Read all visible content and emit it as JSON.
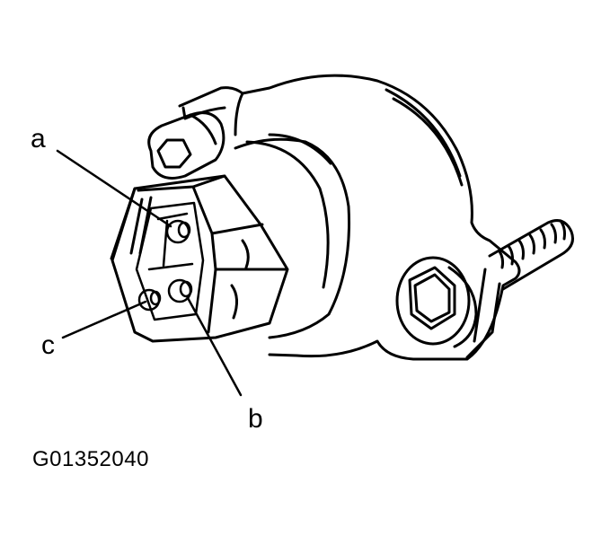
{
  "figure": {
    "callouts": {
      "a": "a",
      "b": "b",
      "c": "c"
    },
    "figure_id": "G01352040"
  },
  "colors": {
    "line": "#000000",
    "background": "#ffffff"
  }
}
